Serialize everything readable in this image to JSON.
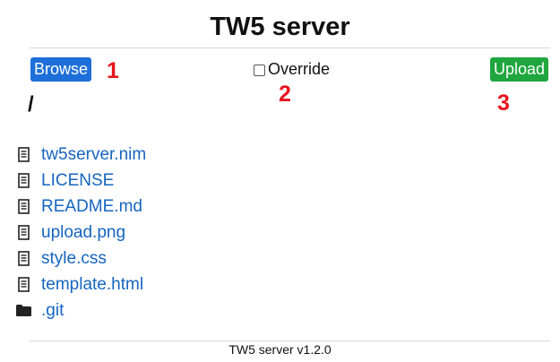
{
  "header": {
    "title": "TW5 server"
  },
  "toolbar": {
    "browse_label": "Browse",
    "override_label": "Override",
    "override_checked": false,
    "upload_label": "Upload",
    "browse_color": "#1e6fd9",
    "upload_color": "#1fa63f"
  },
  "markers": {
    "one": "1",
    "two": "2",
    "three": "3",
    "color": "#e8141b"
  },
  "current_path": "/",
  "files": [
    {
      "name": "tw5server.nim",
      "icon": "file-icon"
    },
    {
      "name": "LICENSE",
      "icon": "file-icon"
    },
    {
      "name": "README.md",
      "icon": "file-icon"
    },
    {
      "name": "upload.png",
      "icon": "file-icon"
    },
    {
      "name": "style.css",
      "icon": "file-icon"
    },
    {
      "name": "template.html",
      "icon": "file-icon"
    },
    {
      "name": ".git",
      "icon": "folder-icon"
    }
  ],
  "footer": {
    "text": "TW5 server v1.2.0"
  },
  "colors": {
    "link": "#1565c0"
  }
}
